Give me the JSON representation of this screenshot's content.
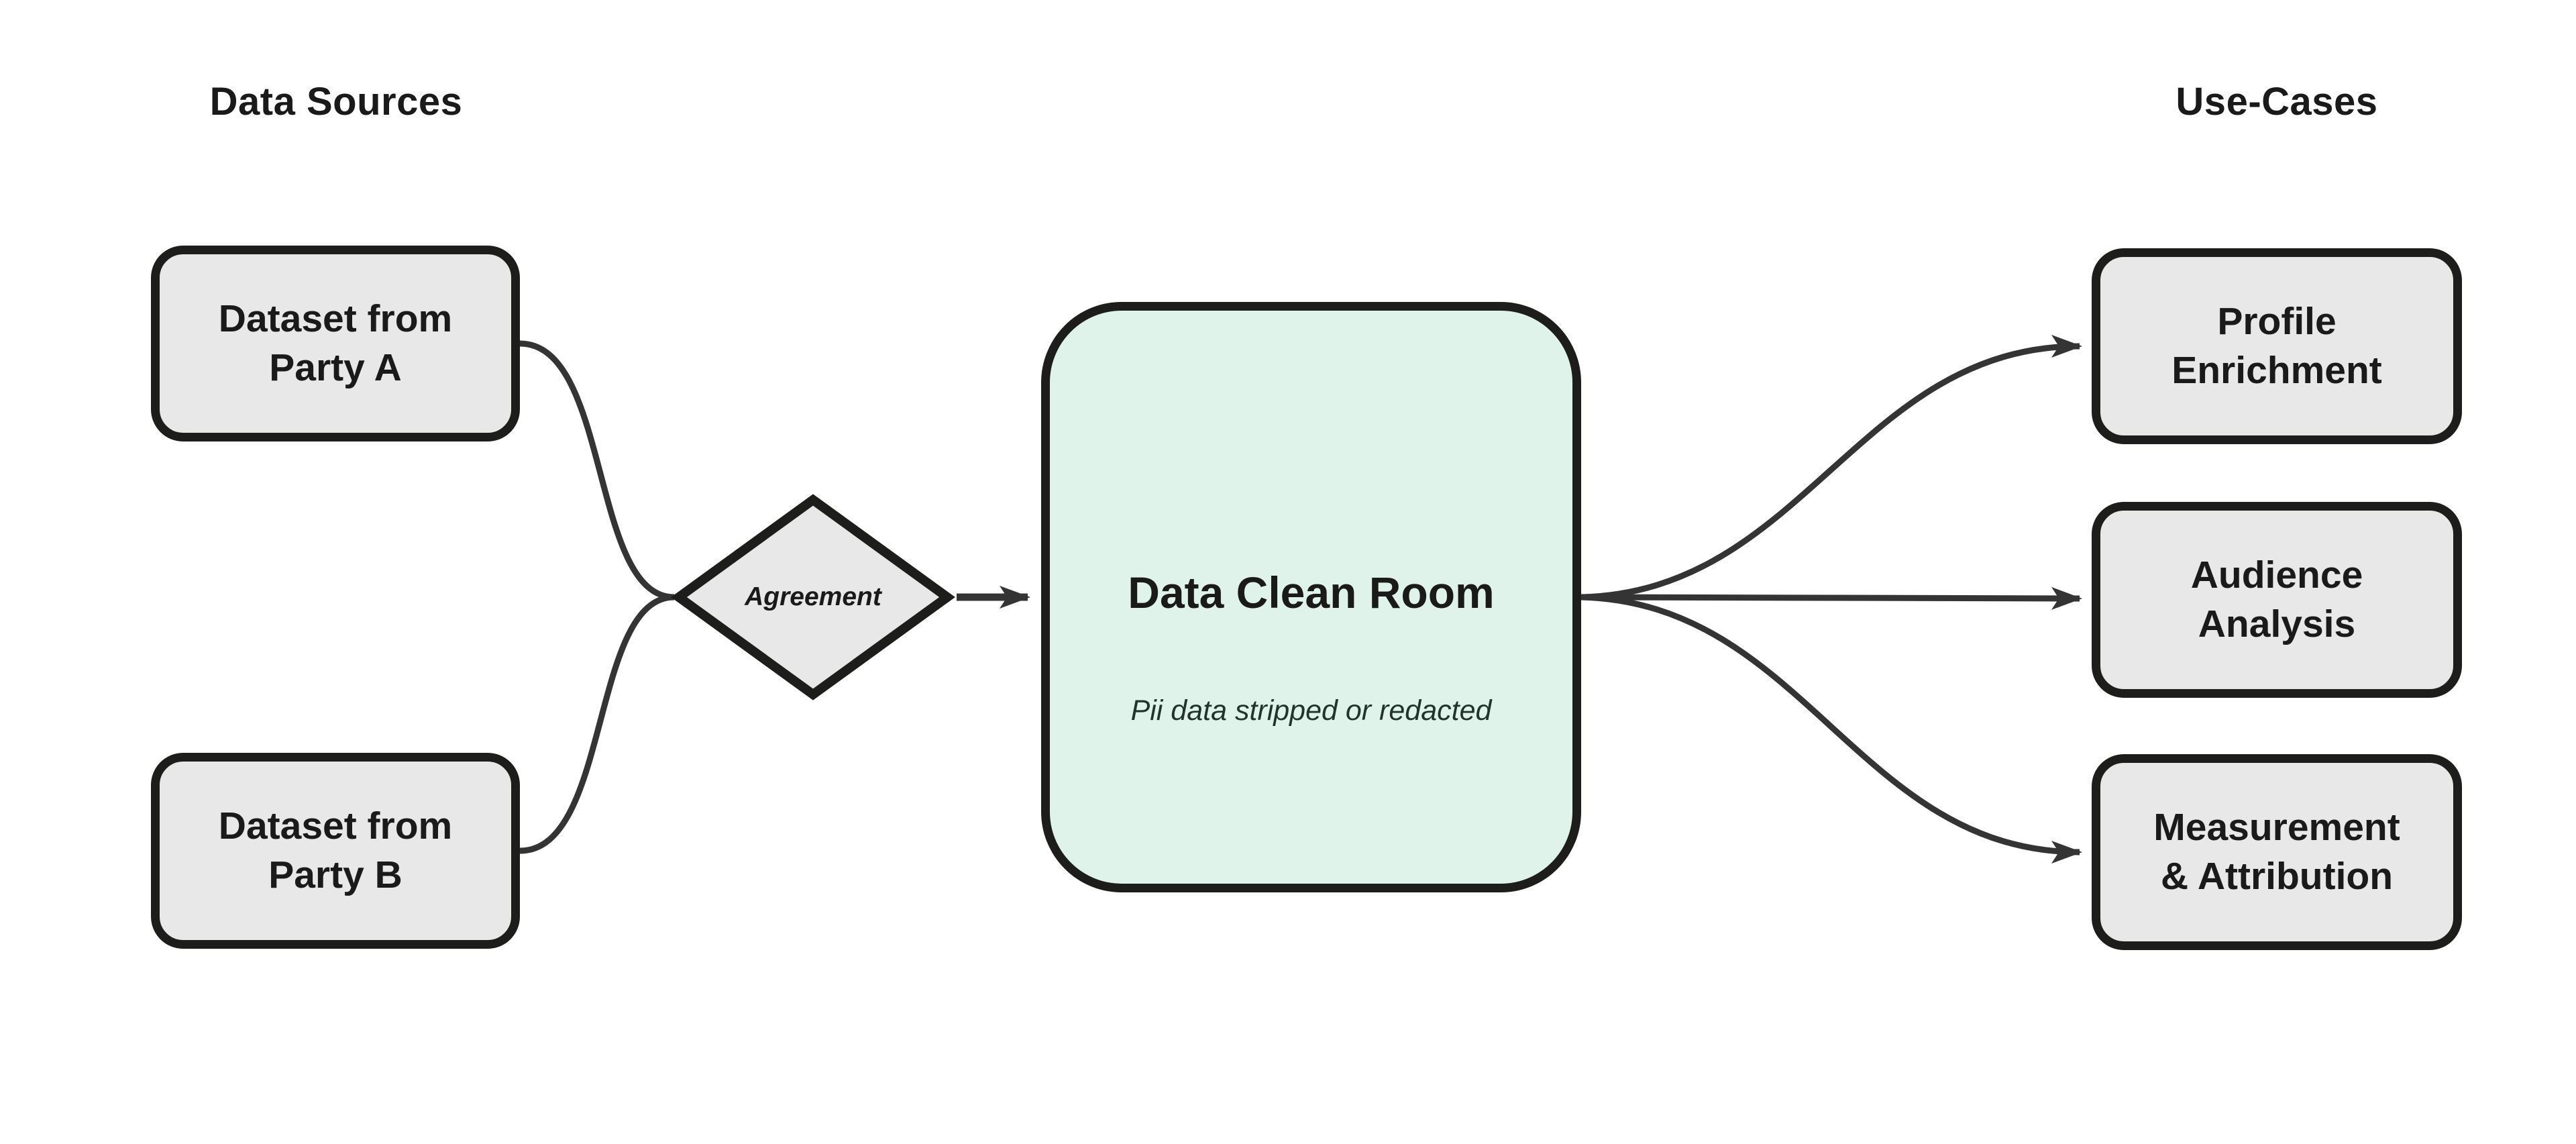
{
  "diagram": {
    "background": "#ffffff",
    "colors": {
      "node_fill": "#e8e8e8",
      "clean_room_fill": "#dff3eb",
      "border": "#1d1d1b",
      "connector": "#343434",
      "text": "#1a1a1a"
    },
    "left_column_title": "Data Sources",
    "right_column_title": "Use-Cases",
    "sources": [
      {
        "label": "Dataset from Party A",
        "lines": [
          "Dataset from",
          "Party A"
        ]
      },
      {
        "label": "Dataset from Party B",
        "lines": [
          "Dataset from",
          "Party B"
        ]
      }
    ],
    "gate": {
      "label": "Agreement"
    },
    "clean_room": {
      "title": "Data Clean Room",
      "subtitle": "Pii data stripped or redacted"
    },
    "use_cases": [
      {
        "label": "Profile Enrichment",
        "lines": [
          "Profile",
          "Enrichment"
        ]
      },
      {
        "label": "Audience Analysis",
        "lines": [
          "Audience",
          "Analysis"
        ]
      },
      {
        "label": "Measurement & Attribution",
        "lines": [
          "Measurement",
          "& Attribution"
        ]
      }
    ]
  }
}
